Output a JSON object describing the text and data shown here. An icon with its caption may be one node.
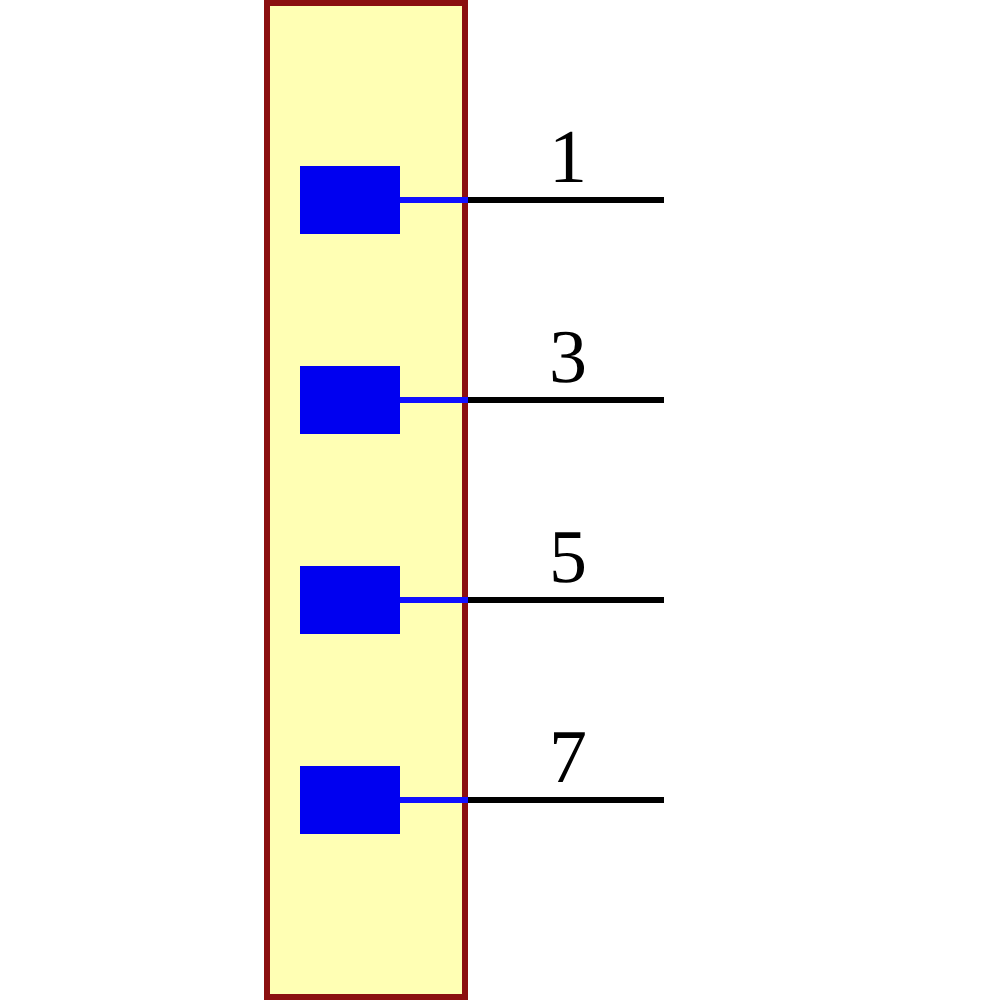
{
  "diagram": {
    "labels": [
      "1",
      "3",
      "5",
      "7"
    ]
  }
}
